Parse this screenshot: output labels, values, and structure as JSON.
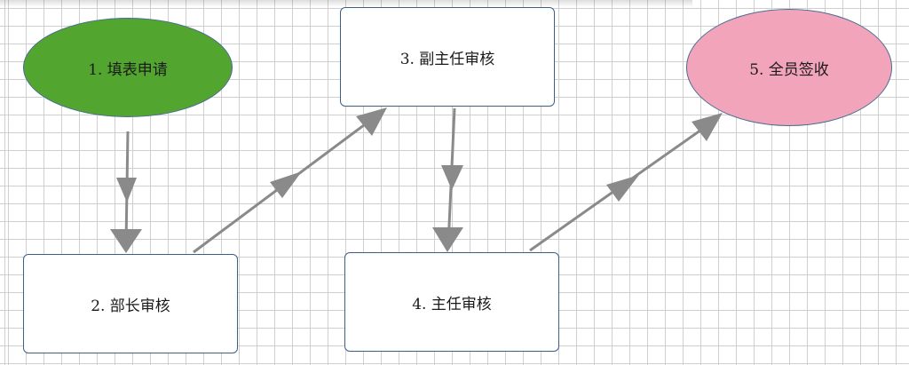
{
  "diagram": {
    "nodes": [
      {
        "id": "n1",
        "label": "1. 填表申请",
        "shape": "ellipse",
        "fill": "#52a52e"
      },
      {
        "id": "n2",
        "label": "2. 部长审核",
        "shape": "rect",
        "fill": "#ffffff"
      },
      {
        "id": "n3",
        "label": "3. 副主任审核",
        "shape": "rect",
        "fill": "#ffffff"
      },
      {
        "id": "n4",
        "label": "4. 主任审核",
        "shape": "rect",
        "fill": "#ffffff"
      },
      {
        "id": "n5",
        "label": "5. 全员签收",
        "shape": "ellipse",
        "fill": "#f2a5ba"
      }
    ],
    "edges": [
      {
        "from": "n1",
        "to": "n2"
      },
      {
        "from": "n2",
        "to": "n3"
      },
      {
        "from": "n3",
        "to": "n4"
      },
      {
        "from": "n4",
        "to": "n5"
      }
    ],
    "colors": {
      "arrow": "#8a8a8a",
      "border": "#3d5f86",
      "grid": "#cfcfcf"
    }
  }
}
